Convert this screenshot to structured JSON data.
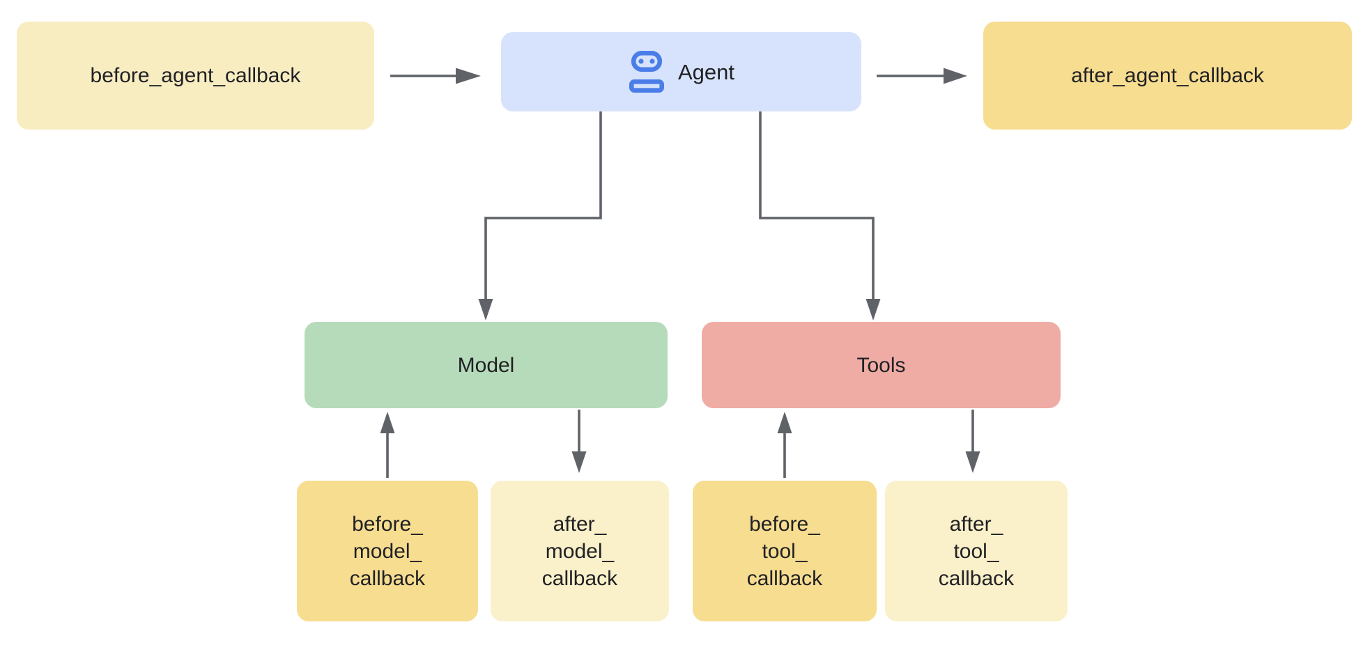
{
  "diagram": {
    "background_color": "#FFFFFF",
    "text_color": "#202124",
    "arrow_color": "#5F6368",
    "nodes": {
      "before_agent_callback": {
        "label": "before_agent_callback",
        "fill": "#F8ECC1"
      },
      "agent": {
        "label": "Agent",
        "fill": "#D7E3FC",
        "icon": "robot-icon",
        "icon_color": "#4A7DE8"
      },
      "after_agent_callback": {
        "label": "after_agent_callback",
        "fill": "#F7DD90"
      },
      "model": {
        "label": "Model",
        "fill": "#B5DBBA"
      },
      "tools": {
        "label": "Tools",
        "fill": "#EFACA5"
      },
      "before_model_callback": {
        "label": "before_\nmodel_\ncallback",
        "fill": "#F7DD90"
      },
      "after_model_callback": {
        "label": "after_\nmodel_\ncallback",
        "fill": "#FAF0CA"
      },
      "before_tool_callback": {
        "label": "before_\ntool_\ncallback",
        "fill": "#F7DD90"
      },
      "after_tool_callback": {
        "label": "after_\ntool_\ncallback",
        "fill": "#FAF0CA"
      }
    },
    "edges": [
      {
        "from": "before_agent_callback",
        "to": "agent"
      },
      {
        "from": "agent",
        "to": "after_agent_callback"
      },
      {
        "from": "agent",
        "to": "model"
      },
      {
        "from": "agent",
        "to": "tools"
      },
      {
        "from": "before_model_callback",
        "to": "model"
      },
      {
        "from": "model",
        "to": "after_model_callback"
      },
      {
        "from": "before_tool_callback",
        "to": "tools"
      },
      {
        "from": "tools",
        "to": "after_tool_callback"
      }
    ]
  }
}
